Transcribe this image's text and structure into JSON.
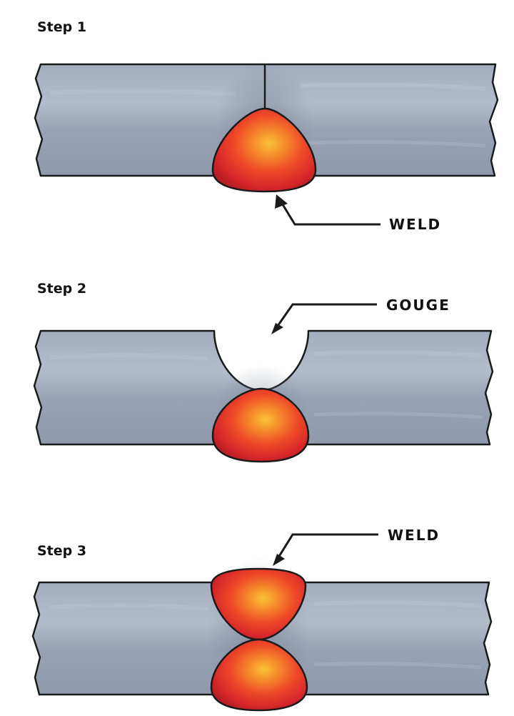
{
  "steps": [
    {
      "label": "Step 1",
      "callout": "WELD"
    },
    {
      "label": "Step 2",
      "callout": "GOUGE"
    },
    {
      "label": "Step 3",
      "callout": "WELD"
    }
  ],
  "colors": {
    "plate_fill": "#9aa4b6",
    "plate_highlight": "#b6bfcd",
    "plate_shadow": "#7f899c",
    "weld_outer": "#d7282a",
    "weld_mid": "#f0552a",
    "weld_core": "#f7a62c",
    "outline": "#1a1a1a"
  }
}
